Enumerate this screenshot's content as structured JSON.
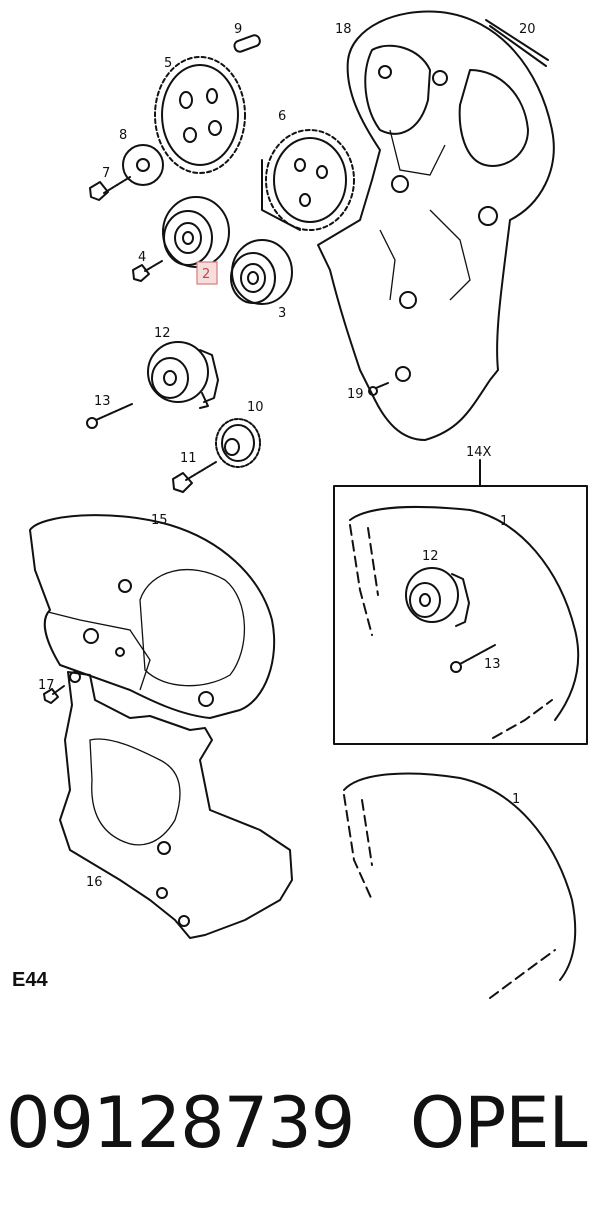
{
  "diagram": {
    "code": "E44",
    "part_labels": {
      "p1a": "1",
      "p1b": "1",
      "p2": "2",
      "p3": "3",
      "p4": "4",
      "p5": "5",
      "p6": "6",
      "p7": "7",
      "p8": "8",
      "p9": "9",
      "p10": "10",
      "p11": "11",
      "p12a": "12",
      "p12b": "12",
      "p13a": "13",
      "p13b": "13",
      "p14x": "14X",
      "p15": "15",
      "p16": "16",
      "p17": "17",
      "p18": "18",
      "p19": "19",
      "p20": "20"
    },
    "highlight_color": "#f6dede"
  },
  "footer": {
    "part_number": "09128739",
    "brand": "OPEL"
  }
}
